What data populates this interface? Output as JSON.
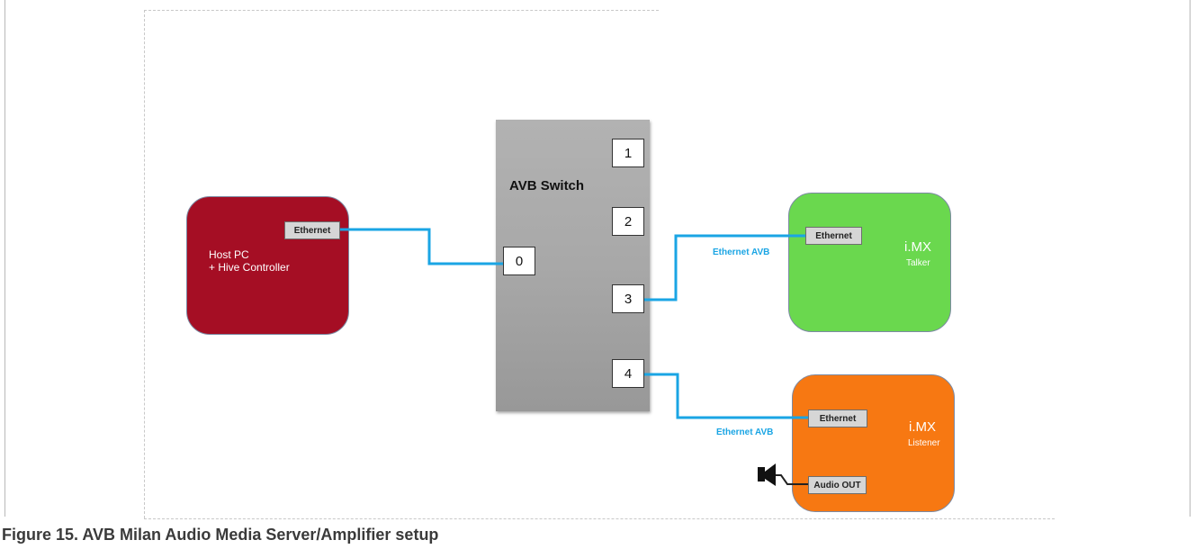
{
  "host_pc": {
    "port_label": "Ethernet",
    "line1": "Host PC",
    "line2": "+ Hive Controller"
  },
  "switch": {
    "title": "AVB Switch",
    "ports": [
      "0",
      "1",
      "2",
      "3",
      "4"
    ]
  },
  "talker": {
    "title": "i.MX",
    "subtitle": "Talker",
    "port_label": "Ethernet",
    "cable_label": "Ethernet AVB"
  },
  "listener": {
    "title": "i.MX",
    "subtitle": "Listener",
    "port_label": "Ethernet",
    "audio_label": "Audio OUT",
    "cable_label": "Ethernet AVB"
  },
  "caption": "Figure 15.  AVB Milan Audio Media Server/Amplifier setup",
  "colors": {
    "host_pc": "#a50e24",
    "talker": "#6ad84e",
    "listener": "#f77812",
    "cable": "#1aa5e4",
    "switch": "#a8a8a8"
  },
  "icons": {
    "speaker": "speaker-icon"
  }
}
